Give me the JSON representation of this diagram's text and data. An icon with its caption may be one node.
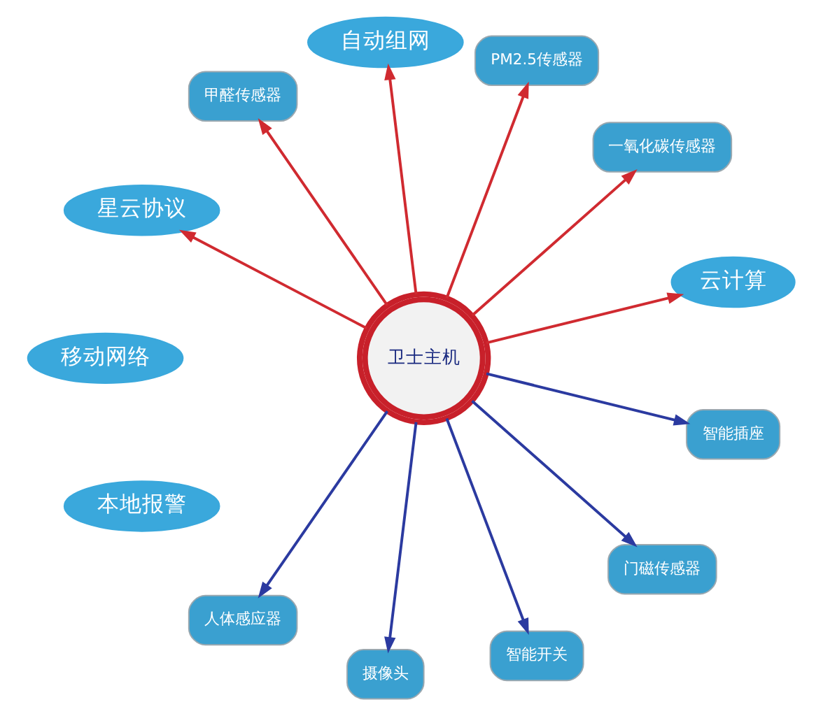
{
  "diagram": {
    "nodes": [
      {
        "text": [
          "云计算"
        ]
      },
      {
        "text": [
          "一氧化碳传感器"
        ]
      },
      {
        "text": [
          "PM2.5传感器"
        ]
      },
      {
        "text": [
          "自动组网"
        ]
      },
      {
        "text": [
          "甲醛传感器"
        ]
      },
      {
        "text": [
          "星云协议"
        ]
      },
      {
        "text": [
          "卫士主机"
        ]
      },
      {
        "text": [
          "移动网络"
        ]
      },
      {
        "text": [
          "本地报警"
        ]
      },
      {
        "text": [
          "人体感应器"
        ]
      },
      {
        "text": [
          "摄像头"
        ]
      },
      {
        "text": [
          "智能开关"
        ]
      },
      {
        "text": [
          "门磁传感器"
        ]
      },
      {
        "text": [
          "智能插座"
        ]
      }
    ],
    "edges": [
      {
        "from": 6,
        "to": 0,
        "arrow": "to"
      },
      {
        "from": 6,
        "to": 1,
        "arrow": "to"
      },
      {
        "from": 6,
        "to": 2,
        "arrow": "to"
      },
      {
        "from": 6,
        "to": 3,
        "arrow": "to"
      },
      {
        "from": 6,
        "to": 4,
        "arrow": "to"
      },
      {
        "from": 6,
        "to": 5,
        "arrow": "to"
      },
      {
        "from": 6,
        "to": 9,
        "arrow": "to",
        "color": "#2b3aa0"
      },
      {
        "from": 6,
        "to": 10,
        "arrow": "to",
        "color": "#2b3aa0"
      },
      {
        "from": 6,
        "to": 11,
        "arrow": "to",
        "color": "#2b3aa0"
      },
      {
        "from": 6,
        "to": 12,
        "arrow": "to",
        "color": "#2b3aa0"
      },
      {
        "from": 6,
        "to": 13,
        "arrow": "to",
        "color": "#2b3aa0"
      }
    ]
  }
}
